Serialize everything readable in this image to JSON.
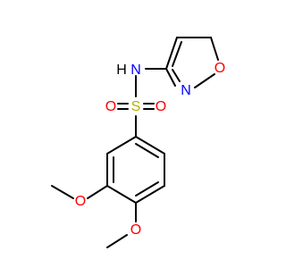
{
  "molecule": {
    "colors": {
      "bond": "#000000",
      "N": "#0000ff",
      "O": "#ff0000",
      "S": "#b3b300"
    },
    "atoms": {
      "nh": {
        "element": "N",
        "text": "N"
      },
      "h": {
        "element": "H",
        "text": "H"
      },
      "s": {
        "element": "S",
        "text": "S"
      },
      "o_left": {
        "element": "O",
        "text": "O"
      },
      "o_right": {
        "element": "O",
        "text": "O"
      },
      "n_ring": {
        "element": "N",
        "text": "N"
      },
      "o_ring": {
        "element": "O",
        "text": "O"
      },
      "o_meta": {
        "element": "O",
        "text": "O"
      },
      "o_para": {
        "element": "O",
        "text": "O"
      }
    }
  }
}
